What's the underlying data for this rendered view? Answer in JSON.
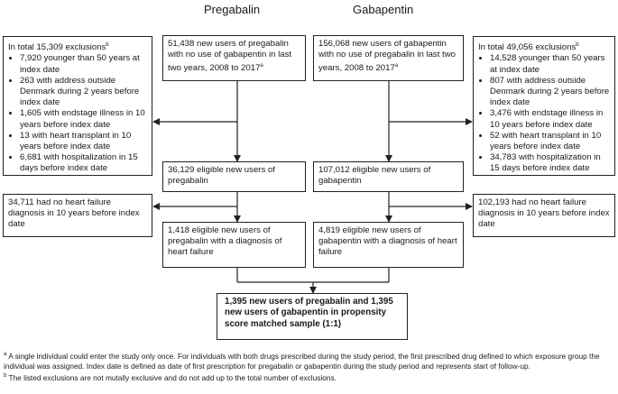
{
  "columns": {
    "left_title": "Pregabalin",
    "right_title": "Gabapentin"
  },
  "boxes": {
    "preg_start": "51,438 new users of pregabalin with no use of gabapentin in last two years, 2008 to 2017",
    "preg_start_sup": "a",
    "gaba_start": "156,068 new users of gabapentin with no use of pregabalin in last two years, 2008 to 2017",
    "gaba_start_sup": "a",
    "preg_excl_title": "In total 15,309 exclusions",
    "preg_excl_sup": "b",
    "preg_excl_items": [
      "7,920 younger than 50 years at index date",
      "263 with address outside Denmark during 2 years before index date",
      "1,605 with endstage illness in 10 years before index date",
      "13 with heart transplant in 10 years before index date",
      "6,681 with hospitalization in 15 days before index date"
    ],
    "gaba_excl_title": "In total 49,056 exclusions",
    "gaba_excl_sup": "b",
    "gaba_excl_items": [
      "14,528 younger than 50 years at index date",
      "807 with address outside Denmark during 2 years before index date",
      "3,476 with endstage illness in 10 years before index date",
      "52 with heart transplant in 10 years before index date",
      "34,783 with hospitalization in 15 days before index date"
    ],
    "preg_eligible": "36,129 eligible new users of pregabalin",
    "gaba_eligible": "107,012 eligible new users of gabapentin",
    "preg_no_hf": "34,711 had no heart failure diagnosis in 10 years before index date",
    "gaba_no_hf": "102,193 had no heart failure diagnosis in 10 years before index date",
    "preg_hf": "1,418 eligible new users of pregabalin with a diagnosis of heart failure",
    "gaba_hf": "4,819 eligible new users of gabapentin with a diagnosis of heart failure",
    "matched": "1,395 new users of pregabalin and 1,395 new users of gabapentin in propensity score matched sample (1:1)"
  },
  "footnotes": {
    "a_mark": "a",
    "a_text": " A single individual could enter the study only once. For individuals with both drugs prescribed during the study period, the first prescribed drug defined to which exposure group the individual was assigned. Index date is defined as date of first prescription for pregabalin or gabapentin during the study period and represents start of follow-up.",
    "b_mark": "b",
    "b_text": " The listed exclusions are not mutally exclusive and do not add up to the total number of exclusions."
  }
}
